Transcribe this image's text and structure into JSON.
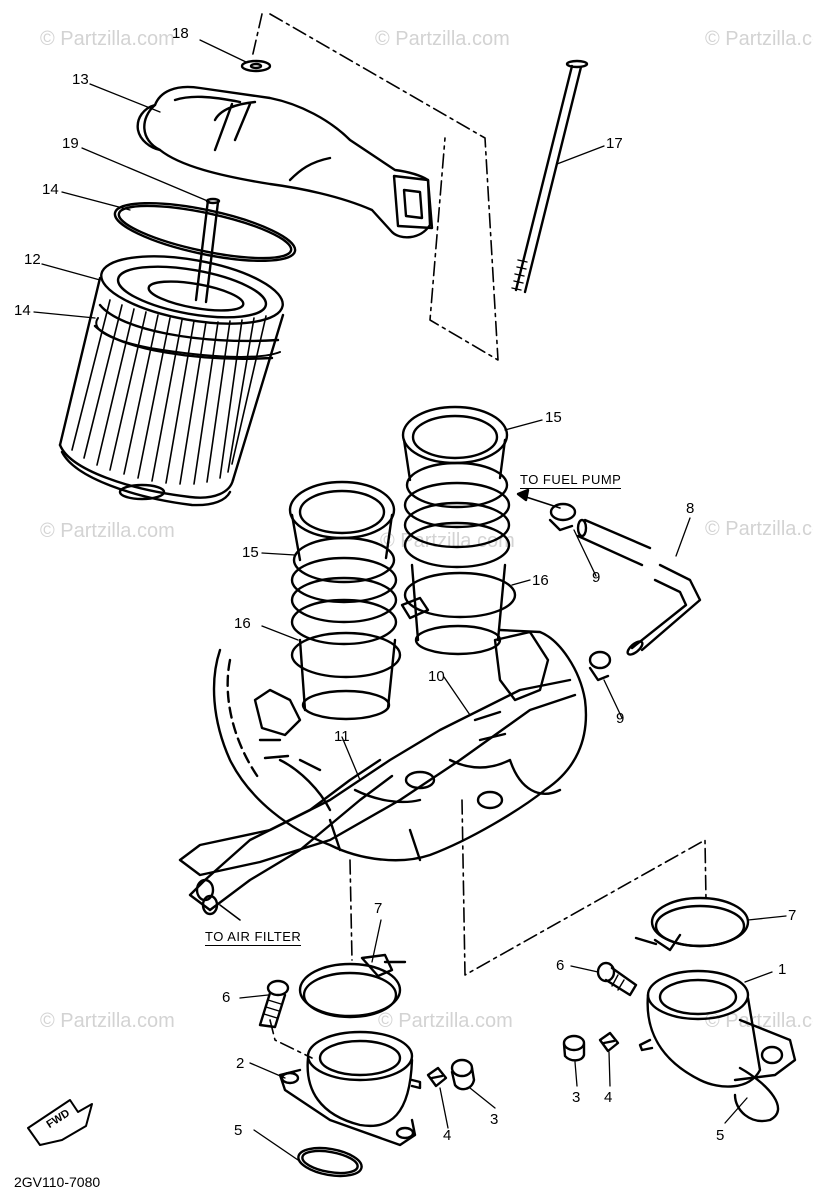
{
  "watermark": "© Partzilla.com",
  "diagram_code": "2GV110-7080",
  "notes": {
    "fuel_pump": "TO FUEL PUMP",
    "air_filter": "TO AIR FILTER",
    "fwd": "FWD"
  },
  "callouts": [
    "18",
    "13",
    "19",
    "14",
    "12",
    "14",
    "17",
    "15",
    "15",
    "16",
    "16",
    "8",
    "9",
    "9",
    "10",
    "11",
    "7",
    "7",
    "6",
    "6",
    "1",
    "2",
    "5",
    "5",
    "3",
    "3",
    "4",
    "4"
  ]
}
